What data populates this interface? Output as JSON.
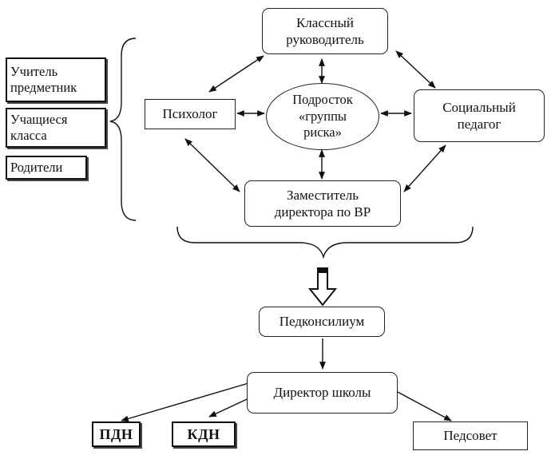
{
  "participants": {
    "teacher": "Учитель\nпредметник",
    "students": "Учащиеся\nкласса",
    "parents": "Родители"
  },
  "center": "Подросток\n«группы\nриска»",
  "class_teacher": "Классный\nруководитель",
  "psychologist": "Психолог",
  "social_pedagogue": "Социальный\nпедагог",
  "deputy_director": "Заместитель\nдиректора по ВР",
  "council": "Педконсилиум",
  "director": "Директор школы",
  "outcomes": {
    "pdn": "ПДН",
    "kdn": "КДН",
    "pedsovet": "Педсовет"
  }
}
